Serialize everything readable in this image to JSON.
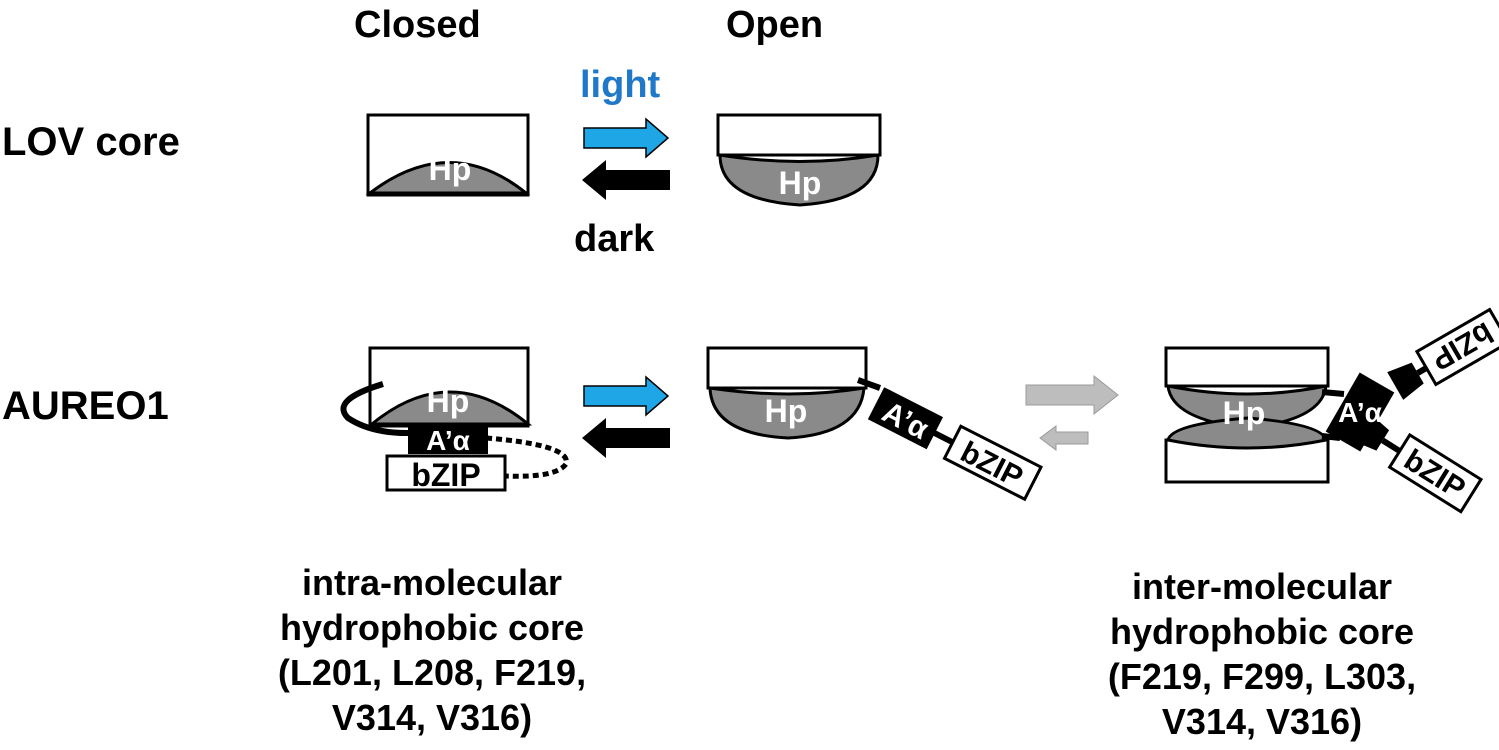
{
  "headers": {
    "closed": "Closed",
    "open": "Open"
  },
  "rows": {
    "lov_core": "LOV core",
    "aureo1": "AUREO1"
  },
  "arrows": {
    "light": "light",
    "dark": "dark"
  },
  "domains": {
    "hp": "Hp",
    "helix": "A’α",
    "bzip": "bZIP"
  },
  "captions": {
    "intra": [
      "intra-molecular",
      "hydrophobic core",
      "(L201, L208,  F219,",
      "V314, V316)"
    ],
    "inter": [
      "inter-molecular",
      "hydrophobic core",
      "(F219, F299, L303,",
      "V314, V316)"
    ]
  },
  "colors": {
    "light_arrow": "#1ea6e6",
    "light_text": "#1f78c8",
    "hp_fill": "#8a8a8a",
    "gray_arrow": "#bdbdbd",
    "dark_arrow": "#000000"
  }
}
